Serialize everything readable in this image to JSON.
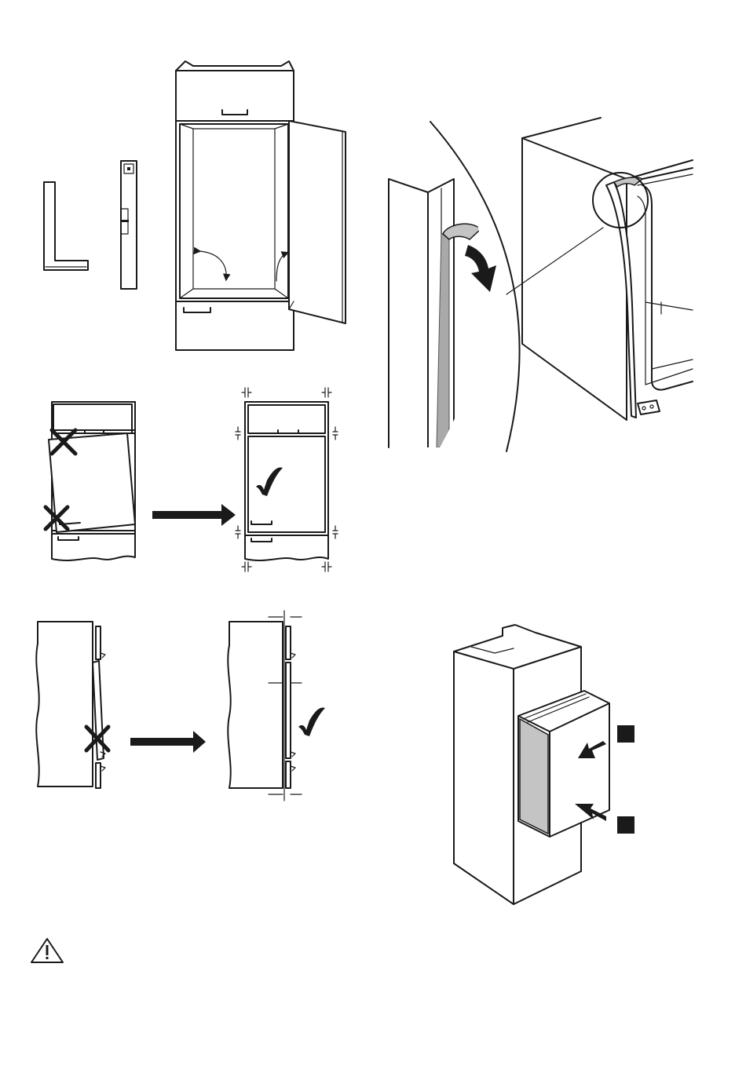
{
  "figures": [
    {
      "id": "tools-and-cabinet",
      "icon": "square-and-level-icon"
    },
    {
      "id": "door-seal-detail",
      "icon": "magnifier-detail"
    },
    {
      "id": "door-alignment",
      "marks": [
        "cross-mark",
        "cross-mark",
        "check-mark"
      ]
    },
    {
      "id": "door-side-alignment",
      "marks": [
        "cross-mark",
        "check-mark"
      ]
    },
    {
      "id": "appliance-insertion",
      "markers": [
        "square-marker",
        "square-marker"
      ]
    }
  ],
  "warning": {
    "icon": "warning-triangle-icon",
    "text": ""
  },
  "colors": {
    "line": "#1a1a1a",
    "seal_grey": "#a9a9a9",
    "panel_grey": "#c4c4c4",
    "background": "#ffffff"
  }
}
